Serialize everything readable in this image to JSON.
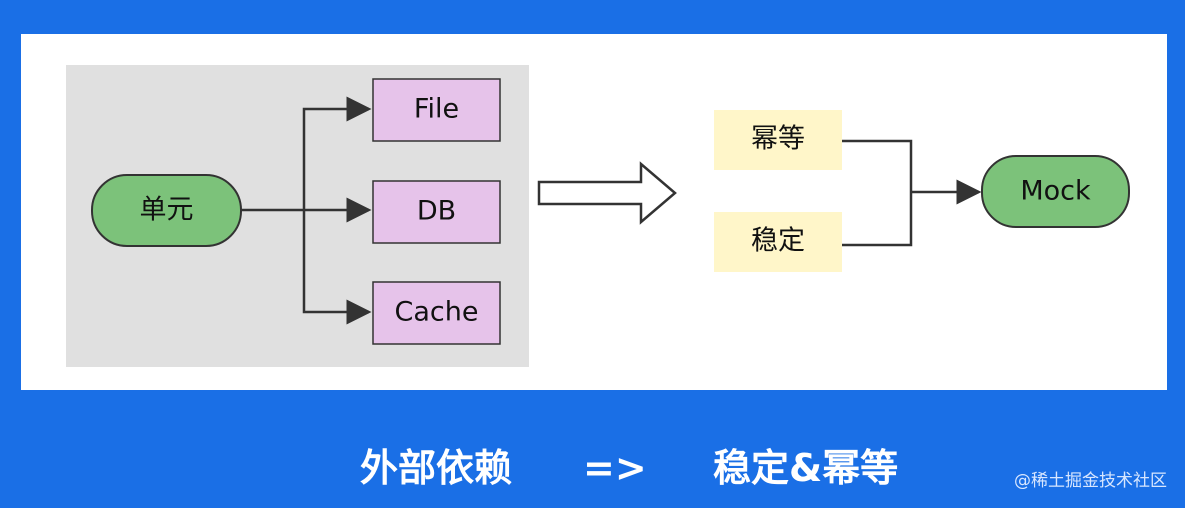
{
  "colors": {
    "background": "#1a6fe6",
    "panel": "#ffffff",
    "left_group": "#e0e0e0",
    "green_node": "#7cc27a",
    "purple_node": "#e6c3ea",
    "yellow_node": "#fff6c9",
    "stroke": "#333333"
  },
  "left_diagram": {
    "source_node": "单元",
    "targets": [
      "File",
      "DB",
      "Cache"
    ]
  },
  "right_diagram": {
    "inputs": [
      "幂等",
      "稳定"
    ],
    "output_node": "Mock"
  },
  "caption": {
    "left": "外部依赖",
    "arrow": "=>",
    "right": "稳定&幂等"
  },
  "watermark": "@稀土掘金技术社区"
}
